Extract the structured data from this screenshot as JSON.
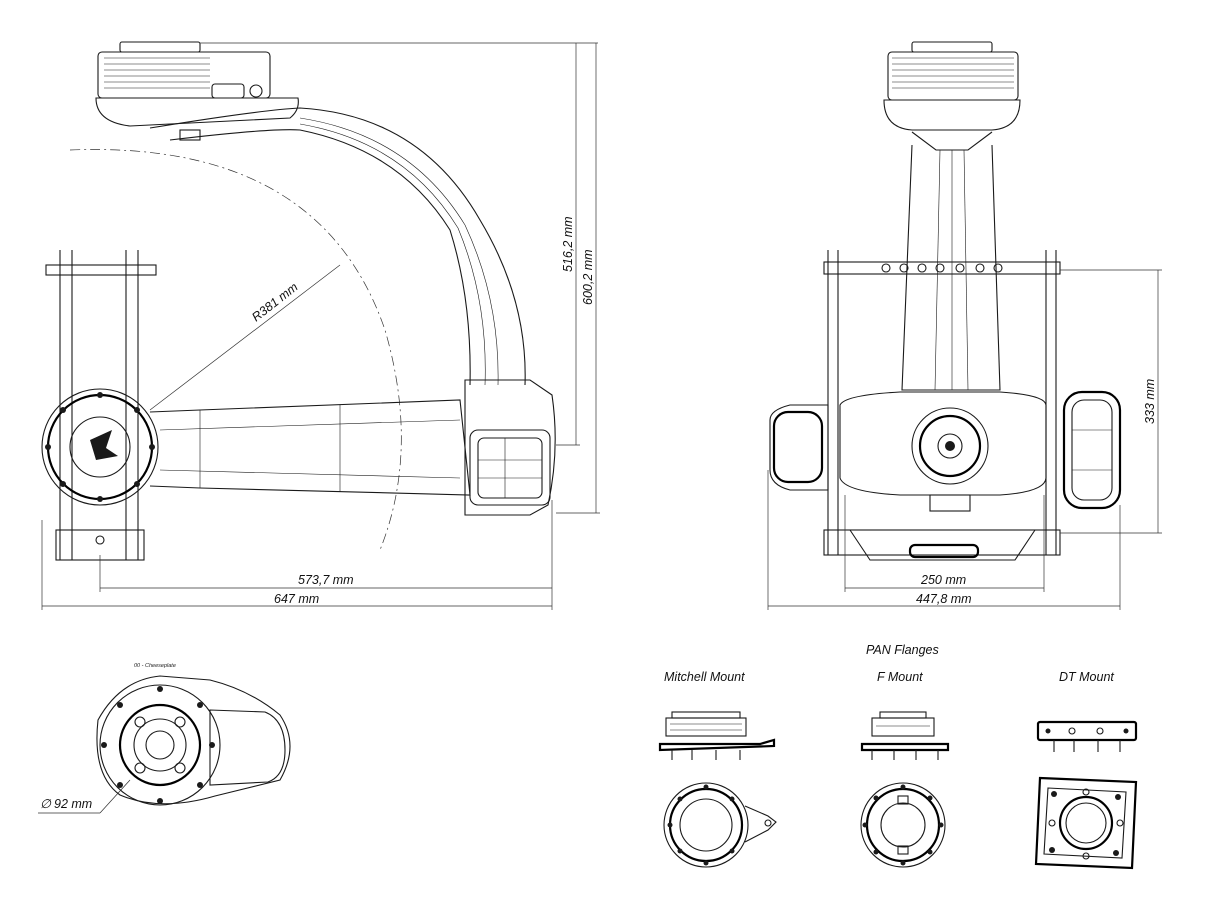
{
  "dimensions": {
    "radius": "R381 mm",
    "height_inner": "516,2 mm",
    "height_outer": "600,2 mm",
    "side_width_inner": "573,7 mm",
    "side_width_outer": "647 mm",
    "front_height": "333 mm",
    "front_width_inner": "250 mm",
    "front_width_outer": "447,8 mm",
    "cheeseplate_diameter": "92 mm",
    "diameter_symbol": "∅"
  },
  "cheeseplate": {
    "caption": "00 - Cheeseplate"
  },
  "flanges": {
    "title": "PAN Flanges",
    "items": [
      {
        "label": "Mitchell Mount"
      },
      {
        "label": "F Mount"
      },
      {
        "label": "DT Mount"
      }
    ]
  }
}
